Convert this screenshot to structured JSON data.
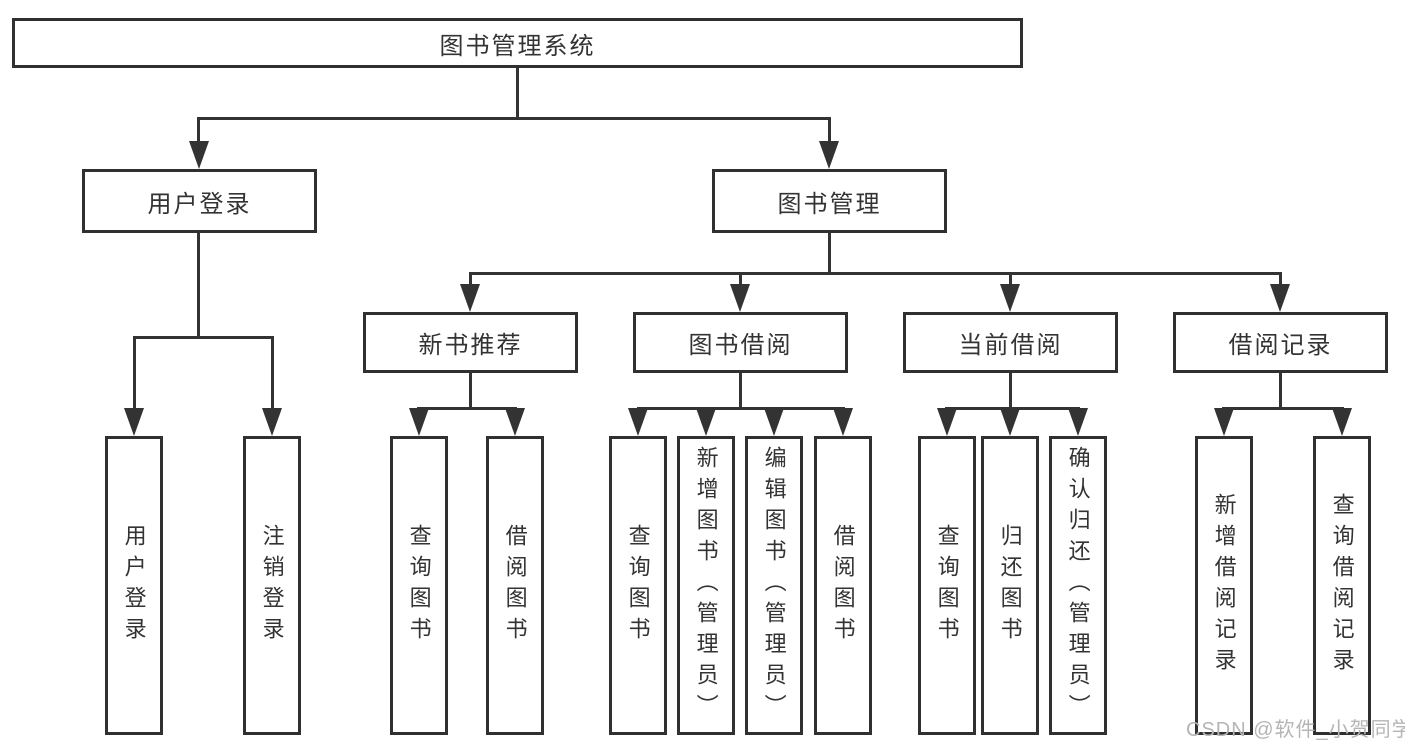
{
  "tree": {
    "root": {
      "label": "图书管理系统"
    },
    "branches": [
      {
        "label": "用户登录",
        "children": [
          {
            "label": "用户登录"
          },
          {
            "label": "注销登录"
          }
        ]
      },
      {
        "label": "图书管理",
        "sections": [
          {
            "label": "新书推荐",
            "children": [
              {
                "label": "查询图书"
              },
              {
                "label": "借阅图书"
              }
            ]
          },
          {
            "label": "图书借阅",
            "children": [
              {
                "label": "查询图书"
              },
              {
                "label": "新增图书（管理员）"
              },
              {
                "label": "编辑图书（管理员）"
              },
              {
                "label": "借阅图书"
              }
            ]
          },
          {
            "label": "当前借阅",
            "children": [
              {
                "label": "查询图书"
              },
              {
                "label": "归还图书"
              },
              {
                "label": "确认归还（管理员）"
              }
            ]
          },
          {
            "label": "借阅记录",
            "children": [
              {
                "label": "新增借阅记录"
              },
              {
                "label": "查询借阅记录"
              }
            ]
          }
        ]
      }
    ]
  },
  "watermark": "CSDN @软件_小贺同学",
  "colors": {
    "line": "#333333",
    "border": "#303030",
    "text": "#333333",
    "watermark_text": "#b5b5b5",
    "background": "#ffffff"
  }
}
